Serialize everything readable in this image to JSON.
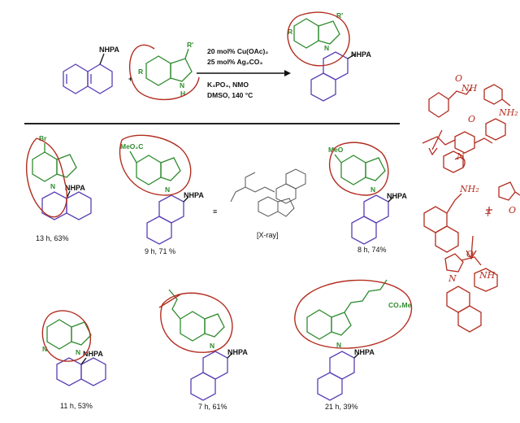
{
  "colors": {
    "purple": "#5a3fb4",
    "green": "#2e8b2e",
    "ink": "#b22d1f",
    "black": "#111111",
    "xray": "#b03b2a",
    "divider": "#222222"
  },
  "scheme": {
    "reactant_label": "NHPA",
    "plus": "+",
    "indole_sub_r": "R",
    "indole_sub_r2": "R'",
    "indole_nh": "N",
    "indole_h": "H",
    "conditions_above": [
      "20 mol% Cu(OAc)₂",
      "25 mol% Ag₂CO₃"
    ],
    "conditions_below": [
      "K₃PO₄, NMO",
      "DMSO, 140 °C"
    ],
    "product_label": "NHPA",
    "product_r": "R",
    "product_r2": "R'",
    "product_n": "N"
  },
  "products": [
    {
      "substituent": "Br",
      "label": "NHPA",
      "n": "N",
      "yield": "13 h, 63%"
    },
    {
      "substituent": "MeO₂C",
      "label": "NHPA",
      "n": "N",
      "yield": "9 h, 71 %"
    },
    {
      "substituent": "MeO",
      "label": "NHPA",
      "n": "N",
      "yield": "8 h, 74%"
    },
    {
      "substituent": "N",
      "label": "NHPA",
      "n": "N",
      "yield": "11 h, 53%"
    },
    {
      "substituent": "",
      "label": "NHPA",
      "n": "N",
      "yield": "7 h, 61%"
    },
    {
      "substituent": "CO₂Me",
      "label": "NHPA",
      "n": "N",
      "yield": "21 h, 39%"
    }
  ],
  "equiv_symbol": "≡",
  "xray_label": "[X-ray]",
  "handwritten": {
    "top_nh": "NH",
    "top_o": "O",
    "top_nh2": "NH₂",
    "top_o2": "O",
    "mid_n": "N",
    "mid_nh2": "NH₂",
    "mid_plus": "+",
    "mid_o": "O",
    "bottom_o": "O",
    "bottom_n": "N",
    "bottom_nh": "NH"
  }
}
